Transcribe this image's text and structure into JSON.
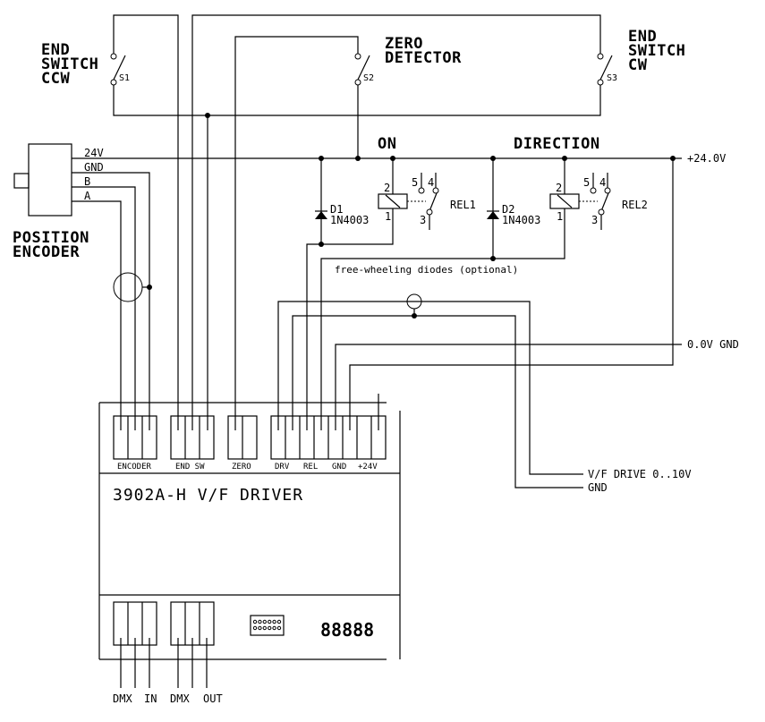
{
  "switches": {
    "end_ccw": {
      "label": [
        "END",
        "SWITCH",
        "CCW"
      ],
      "ref": "S1"
    },
    "zero": {
      "label": [
        "ZERO",
        "DETECTOR"
      ],
      "ref": "S2"
    },
    "end_cw": {
      "label": [
        "END",
        "SWITCH",
        "CW"
      ],
      "ref": "S3"
    }
  },
  "encoder": {
    "label": [
      "POSITION",
      "ENCODER"
    ],
    "pins": [
      "24V",
      "GND",
      "B",
      "A"
    ]
  },
  "relays": {
    "on": {
      "group_label": "ON",
      "ref": "REL1",
      "coil_pins": [
        "2",
        "1"
      ],
      "contact_pins": [
        "5",
        "4",
        "3"
      ]
    },
    "direction": {
      "group_label": "DIRECTION",
      "ref": "REL2",
      "coil_pins": [
        "2",
        "1"
      ],
      "contact_pins": [
        "5",
        "4",
        "3"
      ]
    }
  },
  "diodes": [
    {
      "ref": "D1",
      "part": "1N4003"
    },
    {
      "ref": "D2",
      "part": "1N4003"
    }
  ],
  "diode_note": "free-wheeling diodes (optional)",
  "rails": {
    "plus24": "+24.0V",
    "gnd0": "0.0V GND",
    "vf_drive": "V/F DRIVE 0..10V",
    "gnd": "GND"
  },
  "driver": {
    "title": "3902A-H V/F DRIVER",
    "display": "88888",
    "top_connectors": [
      "ENCODER",
      "END SW",
      "ZERO",
      "DRV",
      "REL",
      "GND",
      "+24V"
    ],
    "bottom_labels": [
      "DMX",
      "IN",
      "DMX",
      "OUT"
    ]
  }
}
